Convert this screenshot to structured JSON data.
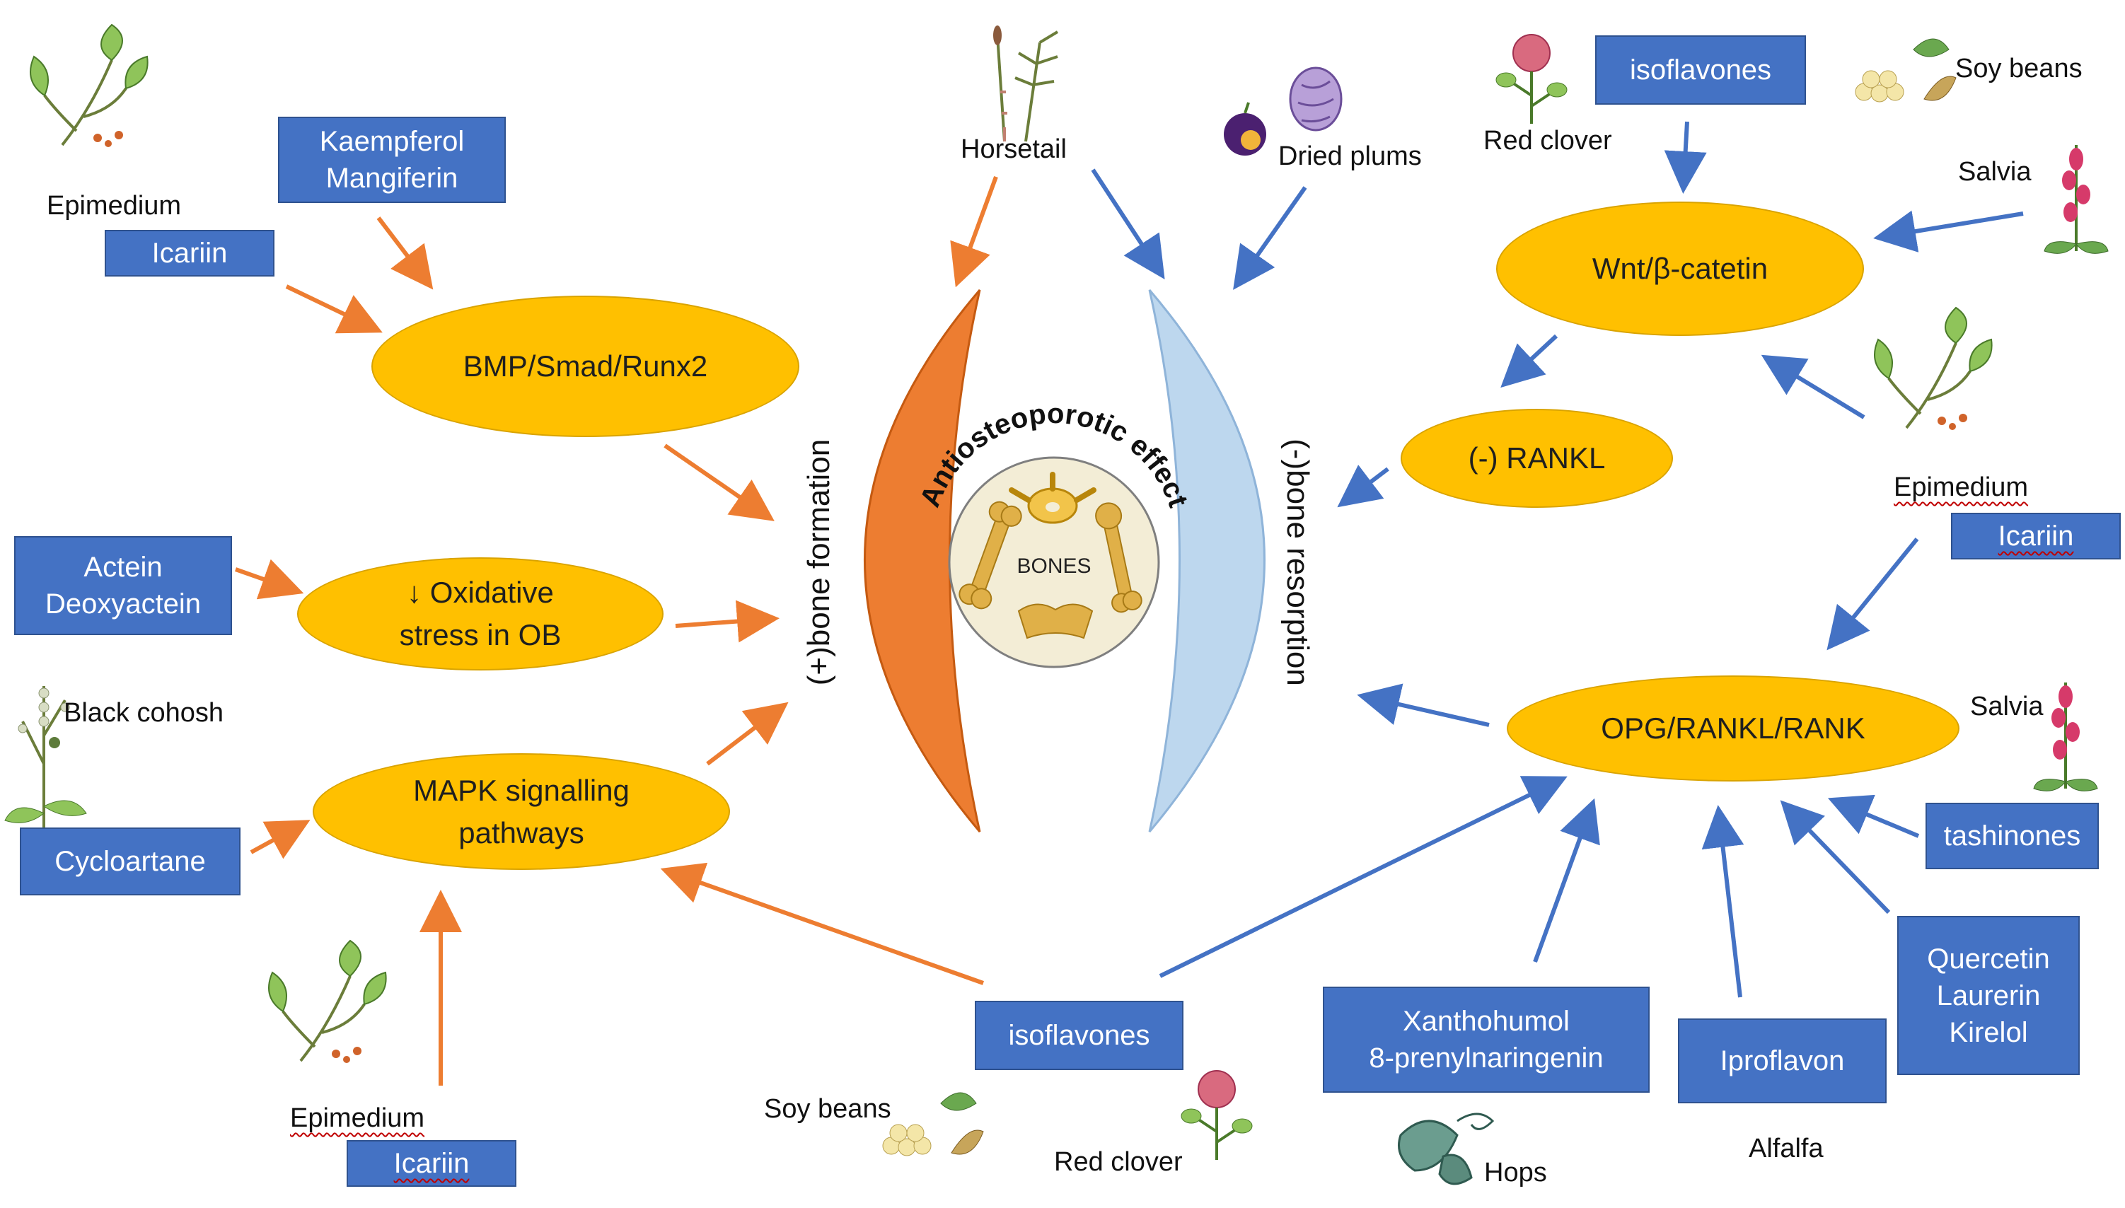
{
  "center": {
    "title": "Antiosteoporotic effect",
    "bones_label": "BONES",
    "formation_label": "(+)bone formation",
    "resorption_label": "(-)bone resorption"
  },
  "pathways": {
    "bmp": "BMP/Smad/Runx2",
    "oxidative_line1": "↓ Oxidative",
    "oxidative_line2": "stress  in OB",
    "mapk_line1": "MAPK signalling",
    "mapk_line2": "pathways",
    "wnt": "Wnt/β-catetin",
    "rankl": "(-) RANKL",
    "opg": "OPG/RANKL/RANK"
  },
  "compounds": {
    "kaempferol": "Kaempferol",
    "mangiferin": "Mangiferin",
    "icariin_top_left": "Icariin",
    "actein": "Actein",
    "deoxyactein": "Deoxyactein",
    "cycloartane": "Cycloartane",
    "icariin_bottom_left": "Icariin",
    "isoflavones_top": "isoflavones",
    "icariin_right": "Icariin",
    "tashinones": "tashinones",
    "quercetin": "Quercetin",
    "laurerin": "Laurerin",
    "kirelol": "Kirelol",
    "iproflavon": "Iproflavon",
    "xanthohumol": "Xanthohumol",
    "prenylnaringenin": "8-prenylnaringenin",
    "isoflavones_bottom": "isoflavones"
  },
  "plants": {
    "epimedium_top_left": "Epimedium",
    "black_cohosh": "Black cohosh",
    "epimedium_bottom_left": "Epimedium",
    "horsetail": "Horsetail",
    "dried_plums": "Dried plums",
    "red_clover_top": "Red clover",
    "soy_beans_top": "Soy beans",
    "salvia_top": "Salvia",
    "epimedium_right": "Epimedium",
    "salvia_right": "Salvia",
    "alfalfa": "Alfalfa",
    "hops": "Hops",
    "soy_beans_bottom": "Soy beans",
    "red_clover_bottom": "Red clover"
  },
  "colors": {
    "box_fill": "#4472c4",
    "oval_fill": "#ffc000",
    "formation_crescent": "#ed7d31",
    "resorption_crescent": "#bdd7ee",
    "orange_arrow": "#ed7d31",
    "blue_arrow": "#4472c4",
    "center_circle": "#f3edd6"
  }
}
